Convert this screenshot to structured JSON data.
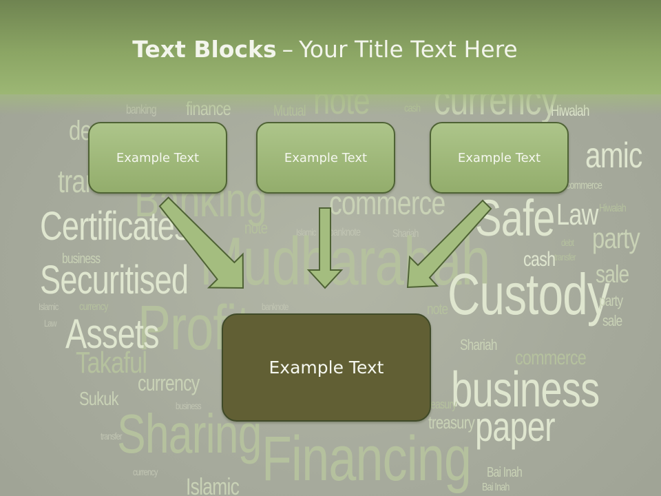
{
  "title": {
    "bold": "Text Blocks",
    "dash": "–",
    "rest": "Your Title Text Here"
  },
  "blocks": {
    "top_left": "Example Text",
    "top_center": "Example Text",
    "top_right": "Example Text",
    "bottom": "Example Text"
  },
  "colors": {
    "header": "#8ba564",
    "box_fill": "#9db679",
    "box_border": "#4e6234",
    "main_box_fill": "#615f34",
    "arrow": "#a4bd7f",
    "background": "#a7ab9e"
  }
}
